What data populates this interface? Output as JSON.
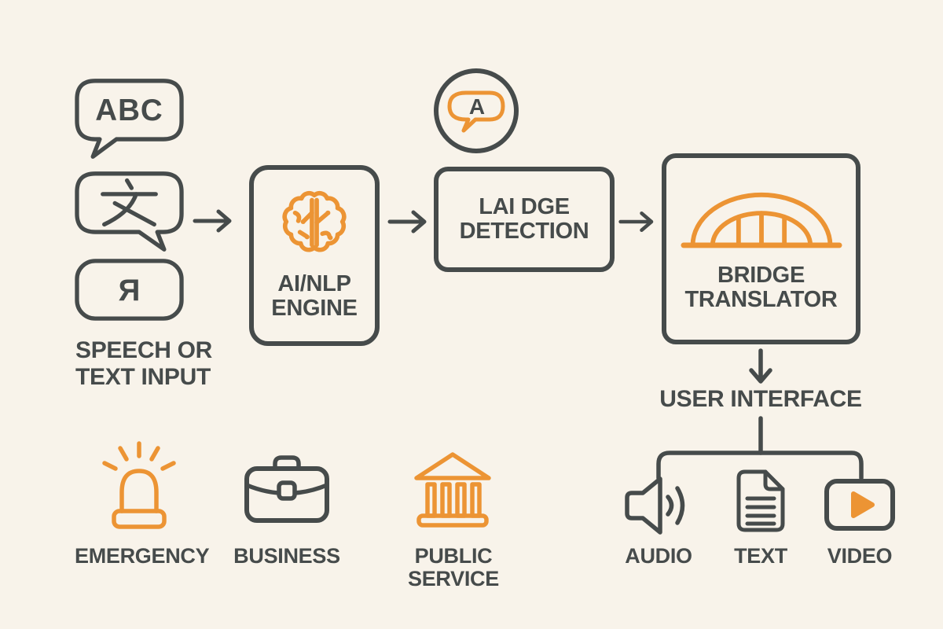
{
  "palette": {
    "background": "#F8F3EA",
    "ink": "#464B4B",
    "accent": "#EC9434"
  },
  "flow": {
    "input": {
      "bubbles": [
        {
          "text": "ABC",
          "icon": "speech-bubble-icon"
        },
        {
          "text": "文",
          "icon": "speech-bubble-icon"
        },
        {
          "text": "Я",
          "icon": "speech-bubble-icon"
        }
      ],
      "label_line1": "SPEECH OR",
      "label_line2": "TEXT INPUT"
    },
    "engine": {
      "icon": "brain-icon",
      "label_line1": "AI/NLP",
      "label_line2": "ENGINE"
    },
    "detection": {
      "badge_icon": "speech-bubble-a-icon",
      "badge_letter": "A",
      "label_line1": "LAI DGE",
      "label_line2": "DETECTION"
    },
    "bridge": {
      "icon": "bridge-icon",
      "label_line1": "BRIDGE",
      "label_line2": "TRANSLATOR"
    },
    "user_interface_label": "USER INTERFACE",
    "outputs": [
      {
        "label": "AUDIO",
        "icon": "speaker-icon"
      },
      {
        "label": "TEXT",
        "icon": "document-icon"
      },
      {
        "label": "VIDEO",
        "icon": "video-play-icon"
      }
    ]
  },
  "use_cases": [
    {
      "label": "EMERGENCY",
      "icon": "siren-icon"
    },
    {
      "label": "BUSINESS",
      "icon": "briefcase-icon"
    },
    {
      "label": "PUBLIC SERVICE",
      "icon": "bank-icon"
    }
  ]
}
